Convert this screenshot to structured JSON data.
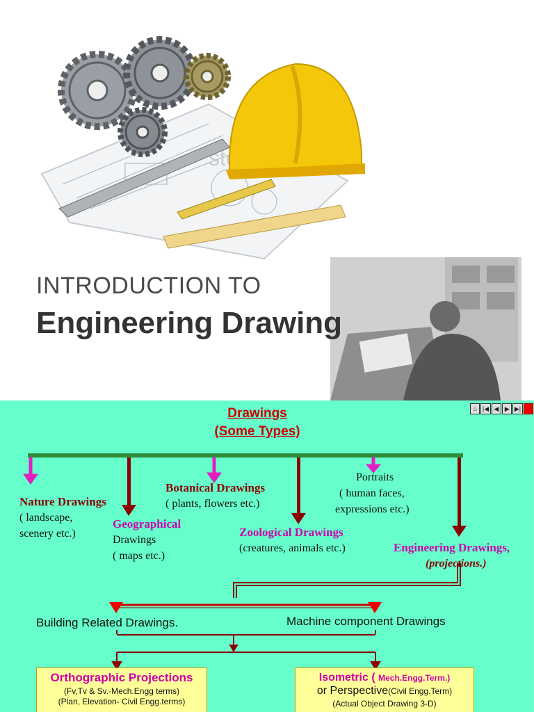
{
  "slide1": {
    "intro": "INTRODUCTION TO",
    "heading": "Engineering Drawing"
  },
  "slide2": {
    "nav": [
      "⌂",
      "|◀",
      "◀",
      "▶",
      "▶|",
      ""
    ],
    "title1": "Drawings",
    "title2": "(Some Types)",
    "nature": {
      "title": "Nature Drawings",
      "l1": "( landscape,",
      "l2": "scenery etc.)"
    },
    "geo": {
      "title": "Geographical",
      "l1": "Drawings",
      "l2": "( maps etc.)"
    },
    "botanical": {
      "title": "Botanical Drawings",
      "l1": "( plants, flowers etc.)"
    },
    "zoological": {
      "title": "Zoological Drawings",
      "l1": "(creatures, animals etc.)"
    },
    "portraits": {
      "title": "Portraits",
      "l1": "( human faces,",
      "l2": "expressions etc.)"
    },
    "engineering": {
      "title": "Engineering Drawings,",
      "l1": "(projections.)"
    },
    "building": "Building Related Drawings.",
    "machine": "Machine component Drawings",
    "ortho": {
      "title": "Orthographic Projections",
      "l1": "(Fv,Tv & Sv.-Mech.Engg terms)",
      "l2": "(Plan, Elevation- Civil Engg.terms)"
    },
    "iso": {
      "t1": "Isometric (",
      "t2": "Mech.Engg.Term.)",
      "l1a": "or Perspective",
      "l1b": "(Civil Engg.Term)",
      "l2": "(Actual Object Drawing 3-D)"
    }
  }
}
